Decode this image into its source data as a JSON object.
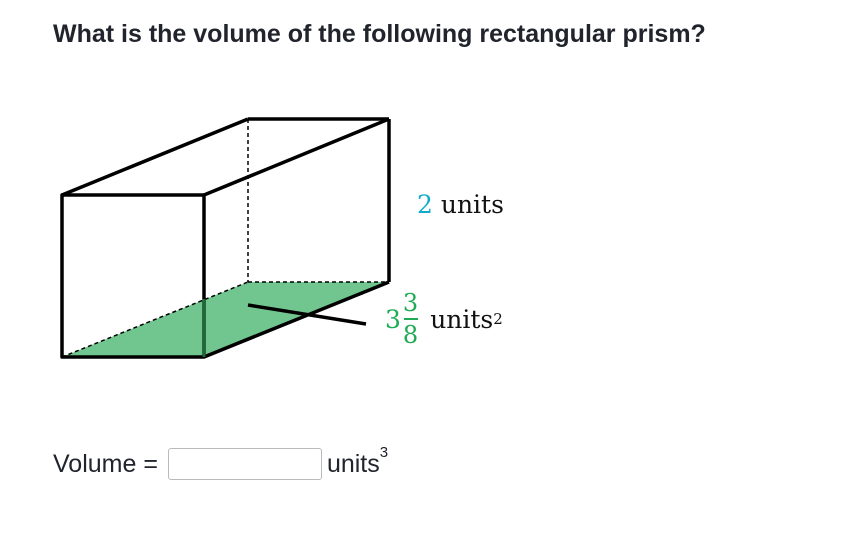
{
  "question": "What is the volume of the following rectangular prism?",
  "diagram": {
    "height_value": "2",
    "height_unit": "units",
    "area_whole": "3",
    "area_numerator": "3",
    "area_denominator": "8",
    "area_unit": "units",
    "area_exponent": "2",
    "colors": {
      "height": "#11accd",
      "area": "#1fab54",
      "floor_fill": "#71c68f"
    }
  },
  "answer": {
    "label": "Volume =",
    "value": "",
    "placeholder": "",
    "unit": "units",
    "unit_exponent": "3"
  }
}
